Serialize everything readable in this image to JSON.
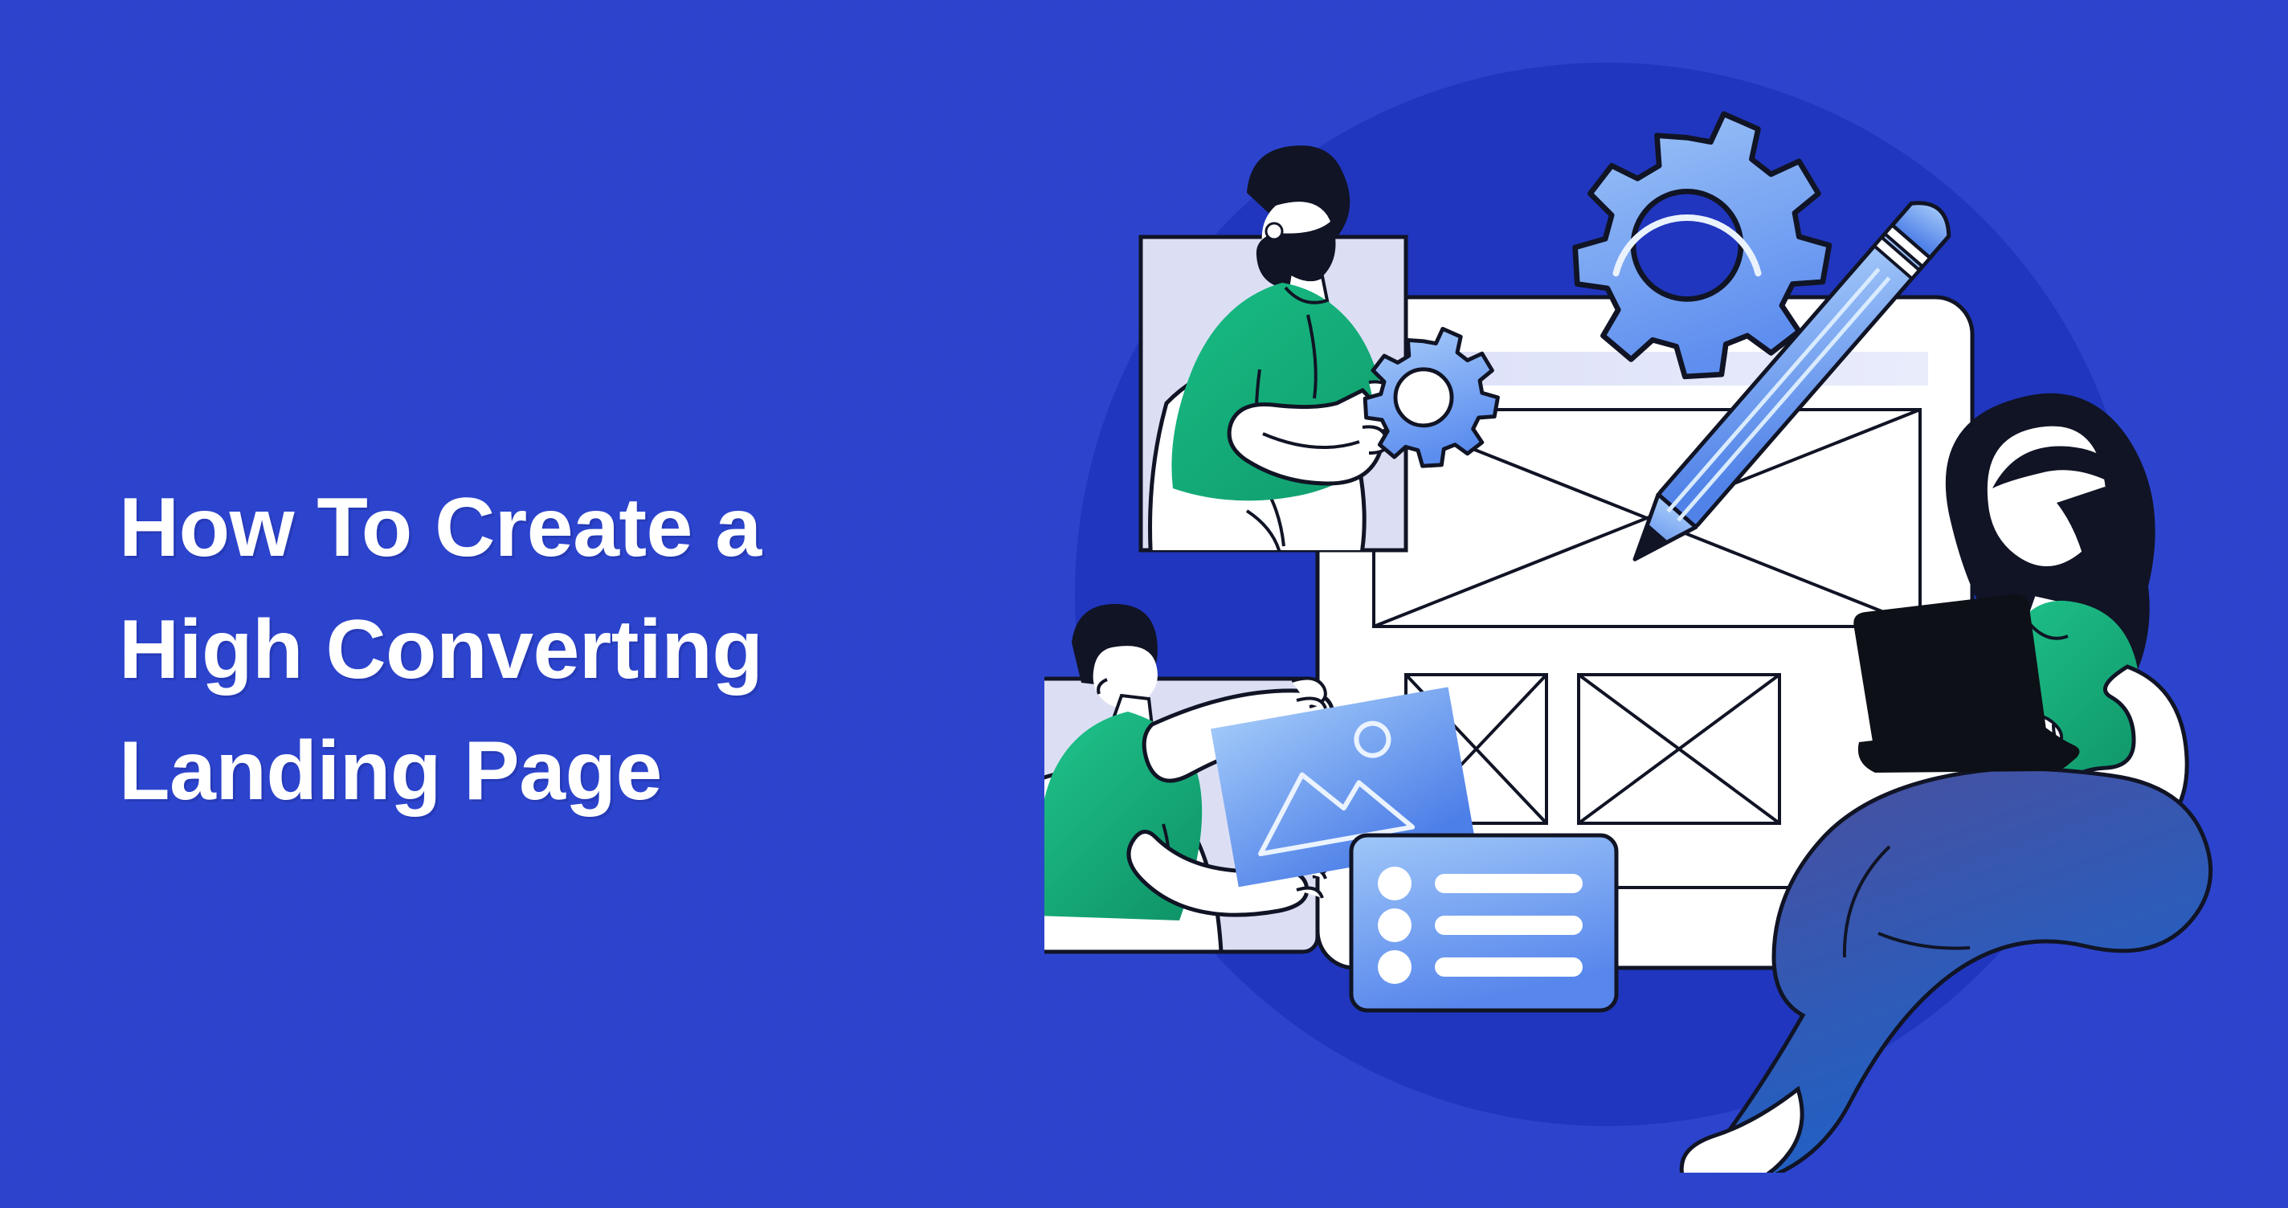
{
  "page": {
    "background_color": "#2B42CC",
    "accent_circle_color": "#2036BE"
  },
  "headline": {
    "line1": "How To Create a",
    "line2": "High Converting",
    "line3": "Landing Page",
    "color": "#FFFFFF",
    "full_text": "How To Create a High Converting Landing Page"
  },
  "illustration": {
    "name": "landing-page-design-team-illustration",
    "palette": {
      "green": "#17B881",
      "light_blue": "#8FBCF5",
      "mid_blue": "#5B8DEF",
      "deep_blue": "#3F6FE0",
      "lavender_panel": "#DCDFF4",
      "ink": "#101425",
      "white": "#FFFFFF",
      "pants_top": "#4B4F9C",
      "pants_bottom": "#1D61C6",
      "laptop": "#0D1017"
    },
    "objects": [
      {
        "name": "background-circle",
        "label": "Accent circle"
      },
      {
        "name": "monitor-wireframe",
        "label": "Browser wireframe mockup"
      },
      {
        "name": "hero-wireframe-box",
        "label": "Hero placeholder box"
      },
      {
        "name": "wireframe-box-left",
        "label": "Content placeholder box"
      },
      {
        "name": "wireframe-box-right",
        "label": "Content placeholder box"
      },
      {
        "name": "large-gear-icon",
        "label": "Settings gear"
      },
      {
        "name": "small-gear-icon",
        "label": "Settings gear held by designer"
      },
      {
        "name": "pencil-icon",
        "label": "Pencil drawing the wireframe"
      },
      {
        "name": "image-card",
        "label": "Image asset card"
      },
      {
        "name": "checklist-card",
        "label": "Checklist card"
      },
      {
        "name": "person-bearded-designer",
        "label": "Designer holding a gear"
      },
      {
        "name": "person-holding-image",
        "label": "Designer holding an image card"
      },
      {
        "name": "person-with-laptop",
        "label": "Designer working on a laptop"
      }
    ],
    "checklist_card": {
      "rows": 3,
      "bullet_shape": "circle"
    },
    "image_card": {
      "glyph": "mountain-and-sun-photo-icon"
    }
  }
}
